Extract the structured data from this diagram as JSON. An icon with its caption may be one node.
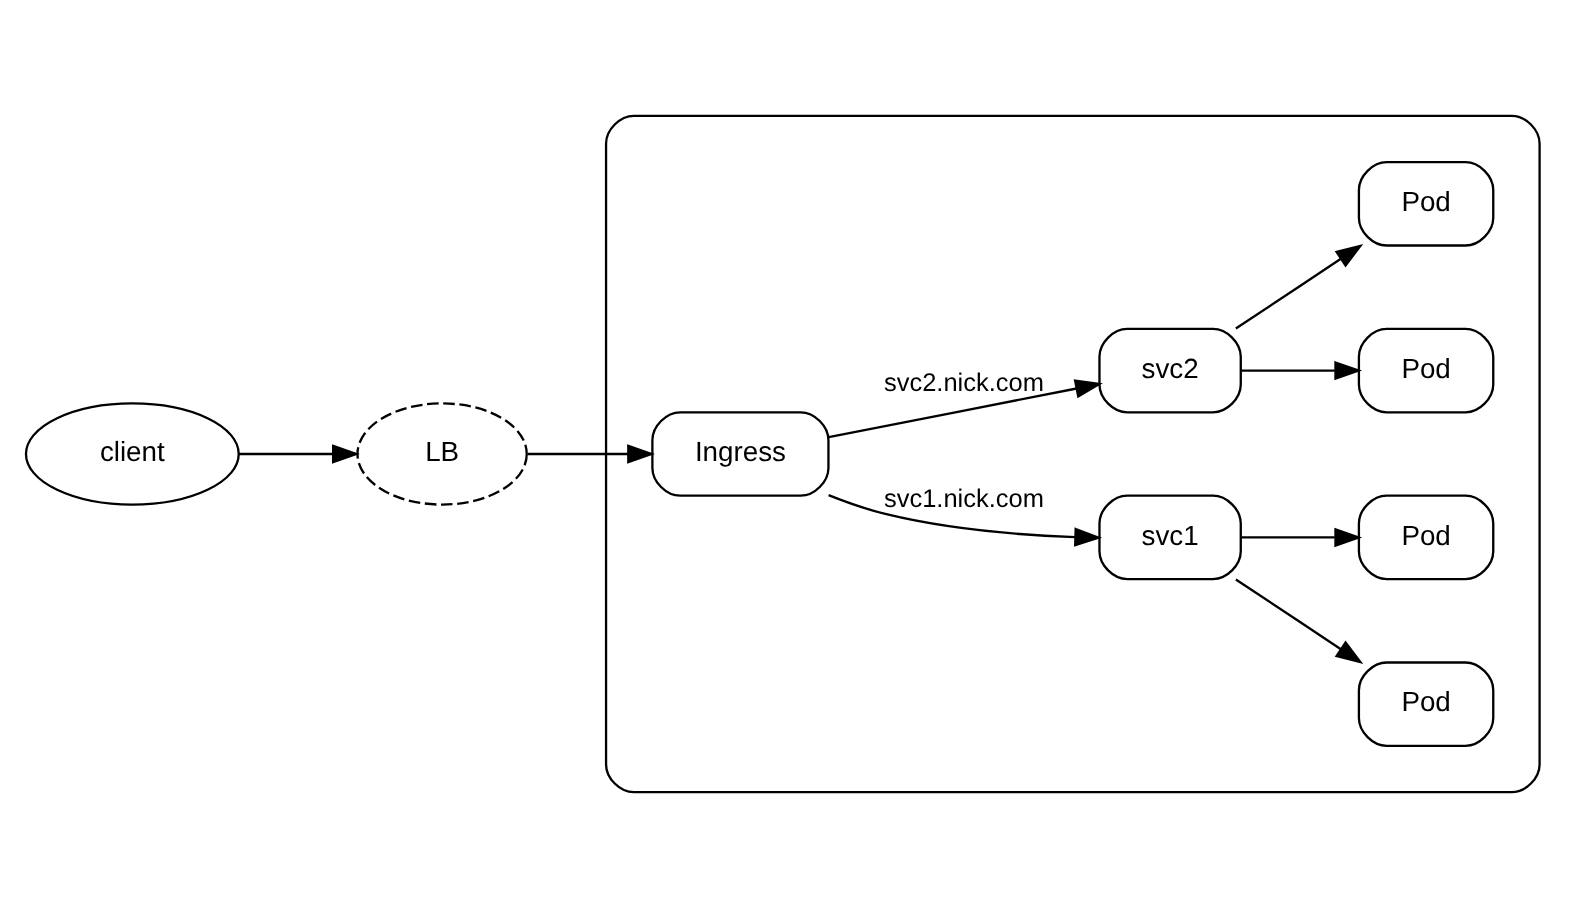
{
  "diagram": {
    "nodes": [
      {
        "text": [
          "client"
        ]
      },
      {
        "text": [
          "LB"
        ]
      },
      {
        "text": [],
        "shape": "box"
      },
      {
        "text": [
          "Ingress"
        ],
        "in": 2
      },
      {
        "text": [
          "svc1"
        ],
        "in": 2
      },
      {
        "text": [
          "svc2"
        ],
        "in": 2
      },
      {
        "text": [
          "Pod"
        ],
        "in": 2
      },
      {
        "text": [
          "Pod"
        ],
        "in": 2
      },
      {
        "text": [
          "Pod"
        ],
        "in": 2
      },
      {
        "text": [
          "Pod"
        ],
        "in": 2
      }
    ],
    "edges": [
      {
        "from": 0,
        "to": 1,
        "arrow": "to"
      },
      {
        "from": 1,
        "to": 3,
        "arrow": "to"
      },
      {
        "from": 3,
        "to": 4,
        "arrow": "to",
        "label": "svc1.nick.com"
      },
      {
        "from": 3,
        "to": 5,
        "arrow": "to",
        "label": "svc2.nick.com"
      },
      {
        "from": 4,
        "to": 6,
        "arrow": "to"
      },
      {
        "from": 4,
        "to": 7,
        "arrow": "to"
      },
      {
        "from": 5,
        "to": 8,
        "arrow": "to"
      },
      {
        "from": 5,
        "to": 9,
        "arrow": "to"
      }
    ]
  }
}
